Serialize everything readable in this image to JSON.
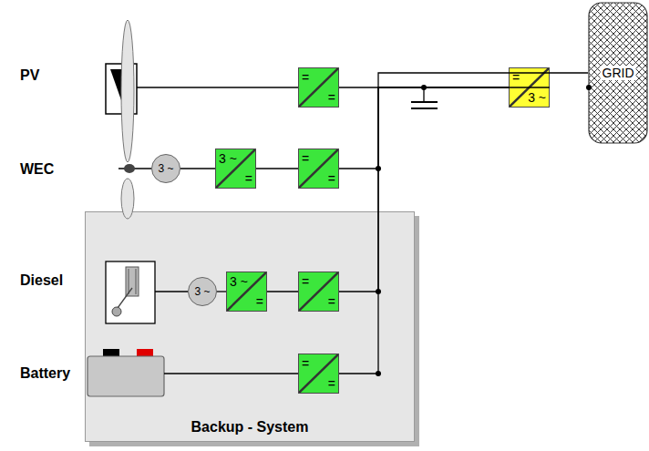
{
  "diagram": {
    "nodes": [
      {
        "text": [
          "=",
          "="
        ]
      },
      {
        "text": [
          "=",
          "3 ~"
        ]
      },
      {
        "text": [
          "GRID"
        ]
      },
      {
        "text": [
          "3 ~"
        ]
      },
      {
        "text": [
          "3 ~",
          "="
        ]
      },
      {
        "text": [
          "=",
          "="
        ]
      },
      {
        "text": [
          "Backup - System"
        ]
      },
      {
        "text": [
          "3 ~"
        ],
        "in": 6
      },
      {
        "text": [
          "3 ~",
          "="
        ],
        "in": 6
      },
      {
        "text": [
          "=",
          "="
        ],
        "in": 6
      },
      {
        "text": [
          "=",
          "="
        ],
        "in": 6
      }
    ],
    "edges": [
      {
        "from": 0,
        "to": 1,
        "arrow": "none"
      },
      {
        "from": 1,
        "to": 2,
        "arrow": "none"
      },
      {
        "from": 3,
        "to": 4,
        "arrow": "none"
      },
      {
        "from": 4,
        "to": 5,
        "arrow": "none"
      },
      {
        "from": 5,
        "to": 1,
        "arrow": "none"
      },
      {
        "from": 7,
        "to": 8,
        "arrow": "none"
      },
      {
        "from": 8,
        "to": 9,
        "arrow": "none"
      },
      {
        "from": 9,
        "to": 1,
        "arrow": "none"
      },
      {
        "from": 10,
        "to": 1,
        "arrow": "none"
      }
    ],
    "labels": [
      "PV",
      "WEC",
      "Diesel",
      "Battery"
    ]
  }
}
